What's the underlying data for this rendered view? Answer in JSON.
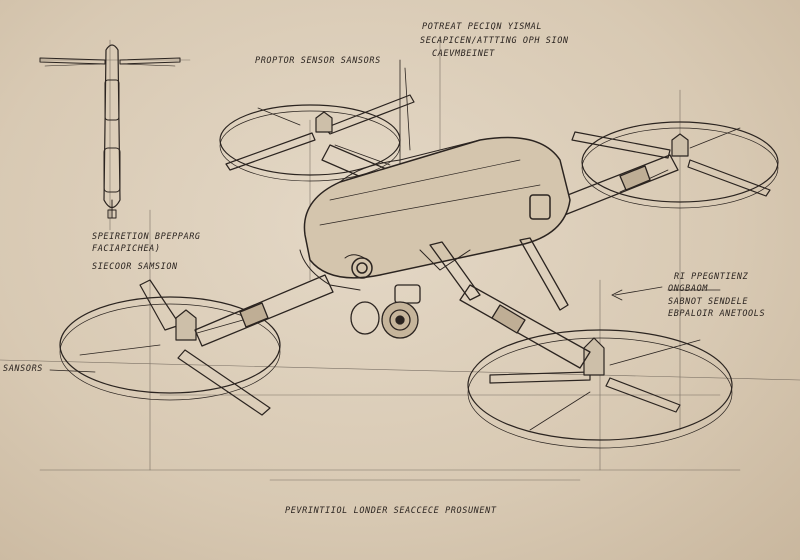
{
  "annotations": {
    "top_center": "PROPTOR SENSOR SANSORS",
    "top_right_1": "POTREAT PECIQN   YISMAL",
    "top_right_2": "SECAPICEN/ATTTING OPH SION",
    "top_right_3": "CAEVMBEINET",
    "left_1": "SPEIRETION BPEPPARG",
    "left_2": "FACIAPICHEA)",
    "left_3": "SIECOOR SAMSION",
    "left_sensors": "SANSORS",
    "right_1": "RI PPEGNTIENZ",
    "right_2": "ONGBAOM",
    "right_3": "SABNOT SENDELE",
    "right_4": "EBPALOIR ANETOOLS",
    "bottom": "PEVRINTIIOL LONDER SEACCECE PROSUNENT"
  },
  "colors": {
    "paper": "#ddd0bc",
    "ink": "#2b2420"
  }
}
